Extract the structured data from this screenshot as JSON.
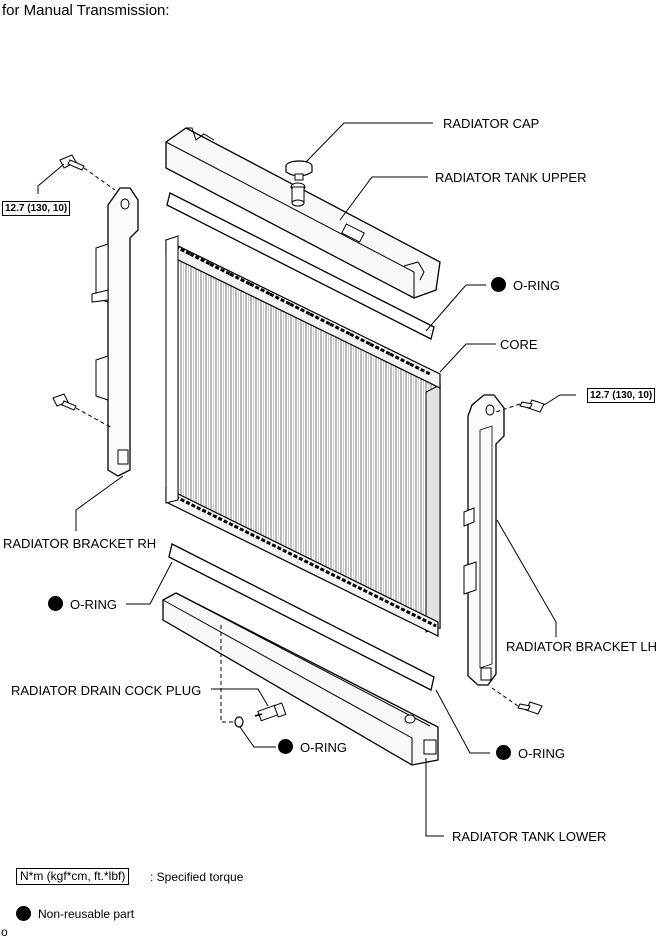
{
  "title": "for Manual Transmission:",
  "labels": {
    "radiator_cap": "RADIATOR CAP",
    "radiator_tank_upper": "RADIATOR TANK UPPER",
    "o_ring": "O-RING",
    "core": "CORE",
    "radiator_bracket_rh": "RADIATOR BRACKET RH",
    "radiator_bracket_lh": "RADIATOR BRACKET LH",
    "radiator_drain_cock_plug": "RADIATOR DRAIN COCK PLUG",
    "radiator_tank_lower": "RADIATOR TANK LOWER"
  },
  "torque_spec": "12.7 (130, 10)",
  "legend": {
    "torque_units": "N*m (kgf*cm, ft.*lbf)",
    "torque_desc": ": Specified torque",
    "non_reusable": "Non-reusable part"
  },
  "footer_code": "o"
}
